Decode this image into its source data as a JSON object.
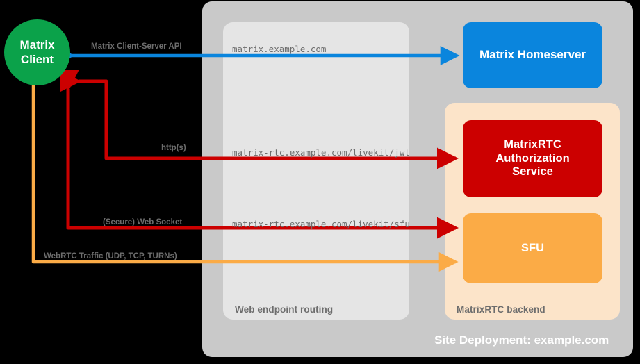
{
  "diagram": {
    "title": "Site Deployment: example.com",
    "containers": {
      "site_deployment": {
        "caption": "Site Deployment: example.com",
        "color": "#c9c9c9"
      },
      "web_endpoint_routing": {
        "caption": "Web endpoint routing",
        "color": "#e5e5e5"
      },
      "matrixrtc_backend": {
        "caption": "MatrixRTC backend",
        "color": "#fce4c9"
      }
    },
    "nodes": {
      "matrix_client": {
        "label": "Matrix\nClient",
        "line1": "Matrix",
        "line2": "Client",
        "color": "#0ba24a"
      },
      "matrix_homeserver": {
        "label": "Matrix Homeserver",
        "color": "#0a85dd"
      },
      "matrixrtc_auth_service": {
        "line1": "MatrixRTC",
        "line2": "Authorization",
        "line3": "Service",
        "color": "#cc0000"
      },
      "sfu": {
        "label": "SFU",
        "color": "#fbab46"
      }
    },
    "edges": [
      {
        "id": "cs-api",
        "label": "Matrix Client-Server API",
        "color": "#0a85dd",
        "from": "matrix_client",
        "to": "matrix_homeserver",
        "direction": "bidirectional"
      },
      {
        "id": "https",
        "label": "http(s)",
        "color": "#cc0000",
        "from": "matrix_client",
        "to": "matrixrtc_auth_service",
        "direction": "bidirectional"
      },
      {
        "id": "websocket",
        "label": "(Secure) Web Socket",
        "color": "#cc0000",
        "from": "matrix_client",
        "to": "sfu",
        "direction": "bidirectional"
      },
      {
        "id": "webrtc",
        "label": "WebRTC Traffic (UDP, TCP, TURNs)",
        "color": "#fbab46",
        "from": "matrix_client",
        "to": "sfu",
        "direction": "bidirectional"
      }
    ],
    "endpoints": [
      {
        "id": "homeserver",
        "url": "matrix.example.com"
      },
      {
        "id": "jwt",
        "url": "matrix-rtc.example.com/livekit/jwt"
      },
      {
        "id": "sfu",
        "url": "matrix-rtc.example.com/livekit/sfu"
      }
    ]
  }
}
